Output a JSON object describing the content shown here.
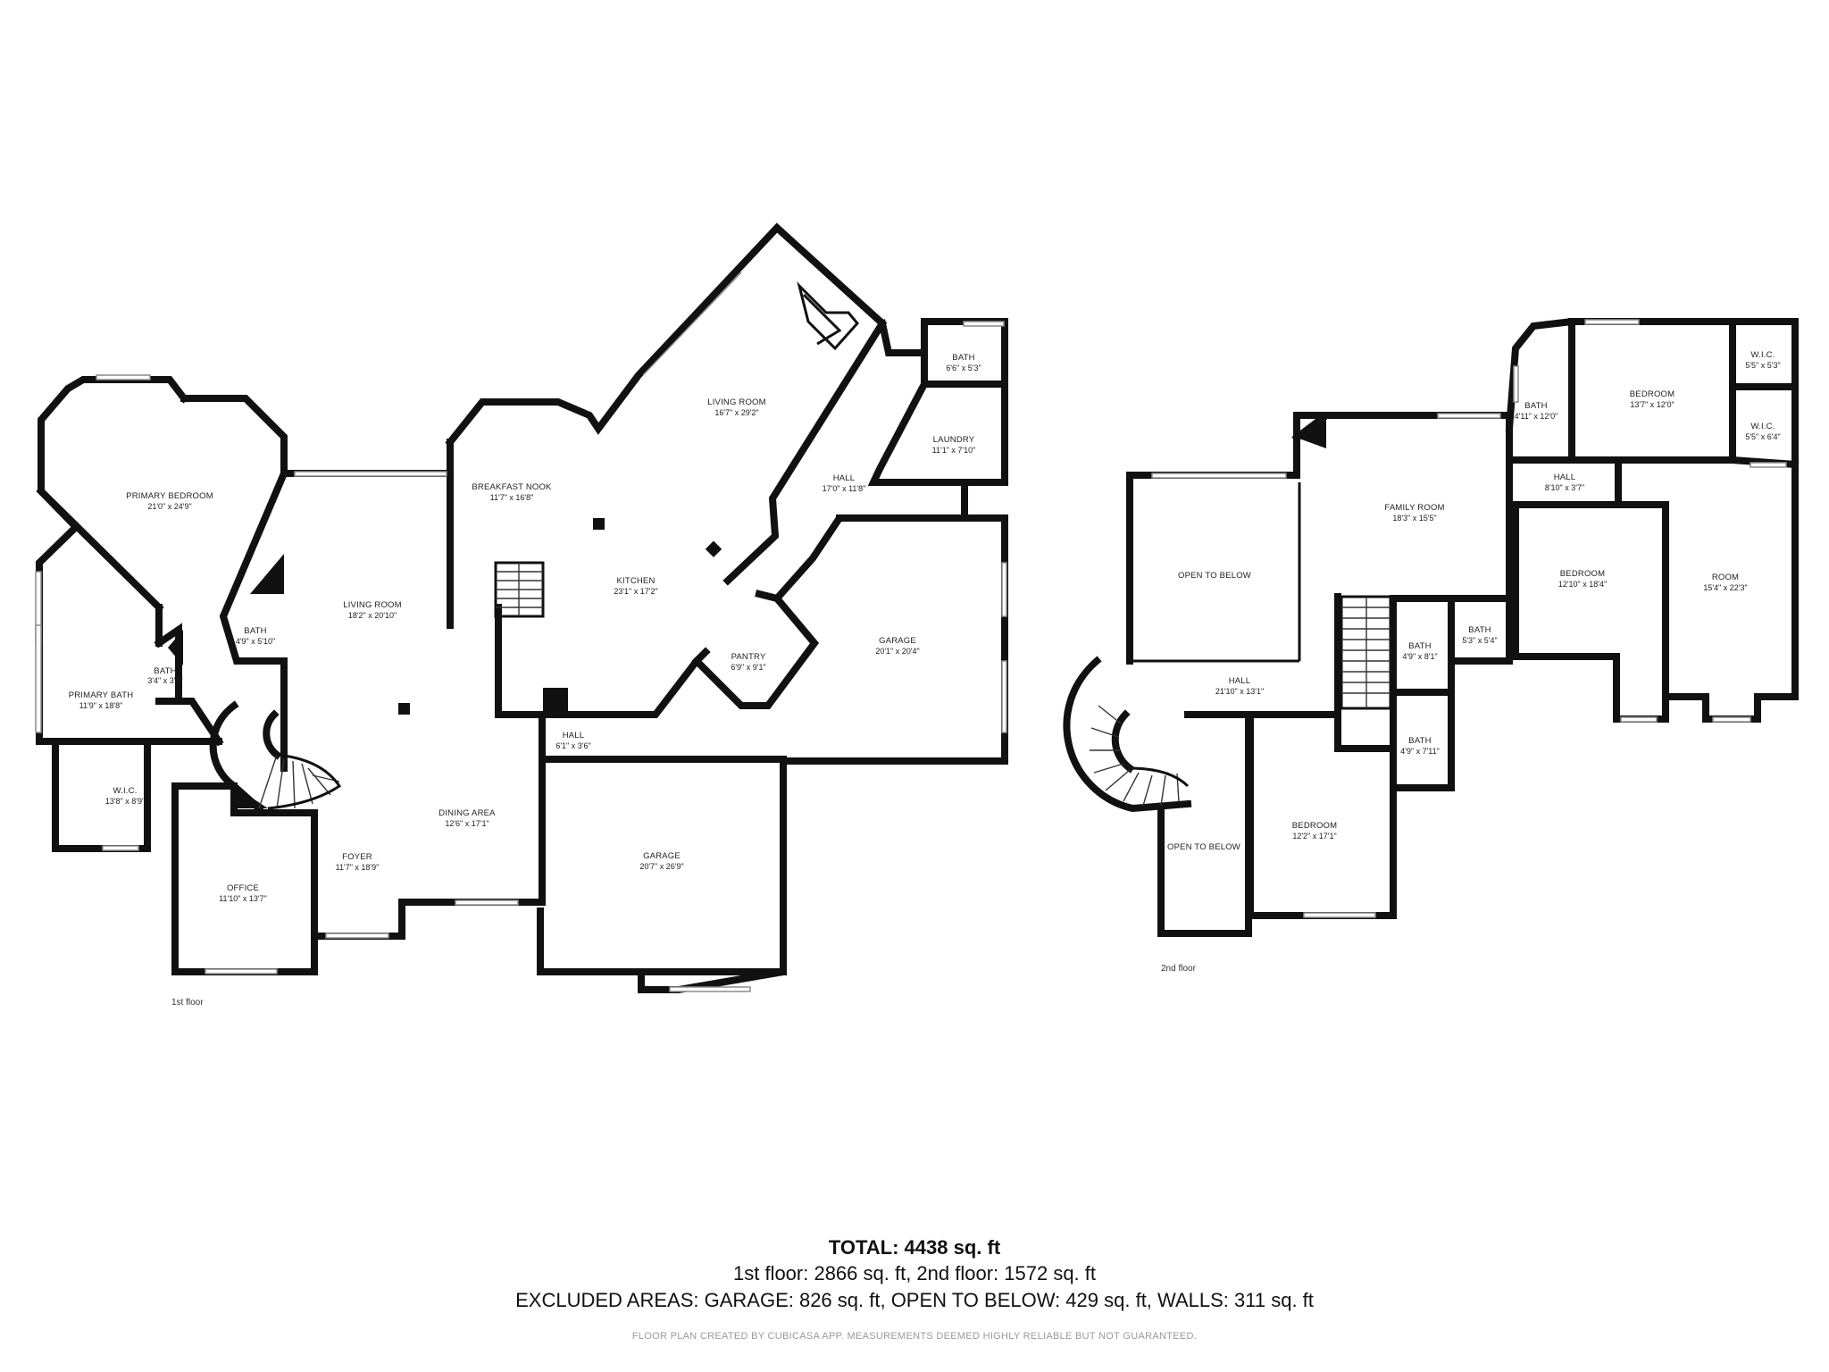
{
  "floor_labels": {
    "first": "1st floor",
    "second": "2nd floor"
  },
  "rooms": {
    "primary_bedroom": {
      "name": "PRIMARY BEDROOM",
      "dim": "21'0\" x 24'9\""
    },
    "primary_bath": {
      "name": "PRIMARY BATH",
      "dim": "11'9\" x 18'8\""
    },
    "bath_small_1": {
      "name": "BATH",
      "dim": "3'4\" x 3'7\""
    },
    "bath_1": {
      "name": "BATH",
      "dim": "4'9\" x 5'10\""
    },
    "wic_1": {
      "name": "W.I.C.",
      "dim": "13'8\" x 8'9\""
    },
    "office": {
      "name": "OFFICE",
      "dim": "11'10\" x 13'7\""
    },
    "living_room_1": {
      "name": "LIVING ROOM",
      "dim": "18'2\" x 20'10\""
    },
    "foyer": {
      "name": "FOYER",
      "dim": "11'7\" x 18'9\""
    },
    "dining_area": {
      "name": "DINING AREA",
      "dim": "12'6\" x 17'1\""
    },
    "breakfast_nook": {
      "name": "BREAKFAST NOOK",
      "dim": "11'7\" x 16'8\""
    },
    "kitchen": {
      "name": "KITCHEN",
      "dim": "23'1\" x 17'2\""
    },
    "living_room_2": {
      "name": "LIVING ROOM",
      "dim": "16'7\" x 29'2\""
    },
    "pantry": {
      "name": "PANTRY",
      "dim": "6'9\" x 9'1\""
    },
    "hall_small": {
      "name": "HALL",
      "dim": "6'1\" x 3'6\""
    },
    "hall_1": {
      "name": "HALL",
      "dim": "17'0\" x 11'8\""
    },
    "bath_top": {
      "name": "BATH",
      "dim": "6'6\" x 5'3\""
    },
    "laundry": {
      "name": "LAUNDRY",
      "dim": "11'1\" x 7'10\""
    },
    "garage_1": {
      "name": "GARAGE",
      "dim": "20'1\" x 20'4\""
    },
    "garage_2": {
      "name": "GARAGE",
      "dim": "20'7\" x 26'9\""
    },
    "open_below_1": {
      "name": "OPEN TO BELOW",
      "dim": ""
    },
    "open_below_2": {
      "name": "OPEN TO BELOW",
      "dim": ""
    },
    "family_room": {
      "name": "FAMILY ROOM",
      "dim": "18'3\" x 15'5\""
    },
    "hall_2": {
      "name": "HALL",
      "dim": "21'10\" x 13'1\""
    },
    "bedroom_2": {
      "name": "BEDROOM",
      "dim": "12'2\" x 17'1\""
    },
    "bath_2a": {
      "name": "BATH",
      "dim": "4'9\" x 8'1\""
    },
    "bath_2b": {
      "name": "BATH",
      "dim": "5'3\" x 5'4\""
    },
    "bath_2c": {
      "name": "BATH",
      "dim": "4'9\" x 7'11\""
    },
    "bath_2d": {
      "name": "BATH",
      "dim": "4'11\" x 12'0\""
    },
    "bedroom_3": {
      "name": "BEDROOM",
      "dim": "13'7\" x 12'0\""
    },
    "wic_2a": {
      "name": "W.I.C.",
      "dim": "5'5\" x 5'3\""
    },
    "wic_2b": {
      "name": "W.I.C.",
      "dim": "5'5\" x 6'4\""
    },
    "hall_3": {
      "name": "HALL",
      "dim": "8'10\" x 3'7\""
    },
    "bedroom_4": {
      "name": "BEDROOM",
      "dim": "12'10\" x 18'4\""
    },
    "room": {
      "name": "ROOM",
      "dim": "15'4\" x 22'3\""
    }
  },
  "summary": {
    "total": "TOTAL: 4438 sq. ft",
    "floors": "1st floor: 2866 sq. ft, 2nd floor: 1572 sq. ft",
    "excluded": "EXCLUDED AREAS: GARAGE: 826 sq. ft, OPEN TO BELOW: 429 sq. ft, WALLS: 311 sq. ft",
    "credit": "FLOOR PLAN CREATED BY CUBICASA APP. MEASUREMENTS DEEMED HIGHLY RELIABLE BUT NOT GUARANTEED."
  }
}
